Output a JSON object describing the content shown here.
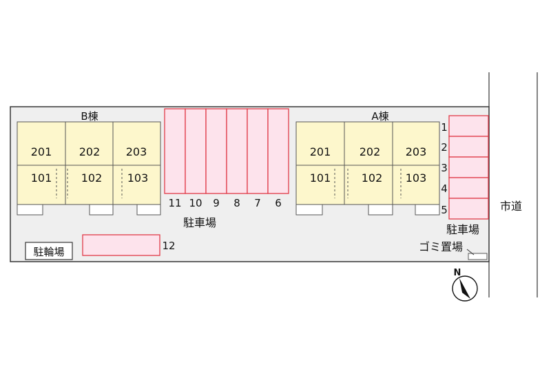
{
  "buildings": [
    {
      "name": "B棟",
      "upper": [
        "201",
        "202",
        "203"
      ],
      "lower": [
        "101",
        "102",
        "103"
      ]
    },
    {
      "name": "A棟",
      "upper": [
        "201",
        "202",
        "203"
      ],
      "lower": [
        "101",
        "102",
        "103"
      ]
    }
  ],
  "central_parking": {
    "numbers": [
      "11",
      "10",
      "9",
      "8",
      "7",
      "6"
    ],
    "label": "駐車場"
  },
  "side_parking": {
    "numbers": [
      "1",
      "2",
      "3",
      "4",
      "5"
    ],
    "label": "駐車場"
  },
  "extra_space": {
    "number": "12"
  },
  "bicycle_parking": {
    "label": "駐輪場"
  },
  "garbage": {
    "label": "ゴミ置場"
  },
  "road": {
    "label": "市道"
  },
  "compass": {
    "label": "N"
  },
  "colors": {
    "unit_fill": "#fdf7cc",
    "parking_fill": "#fde3ec",
    "parking_stroke": "#e03a48",
    "site_fill": "#efefef"
  }
}
